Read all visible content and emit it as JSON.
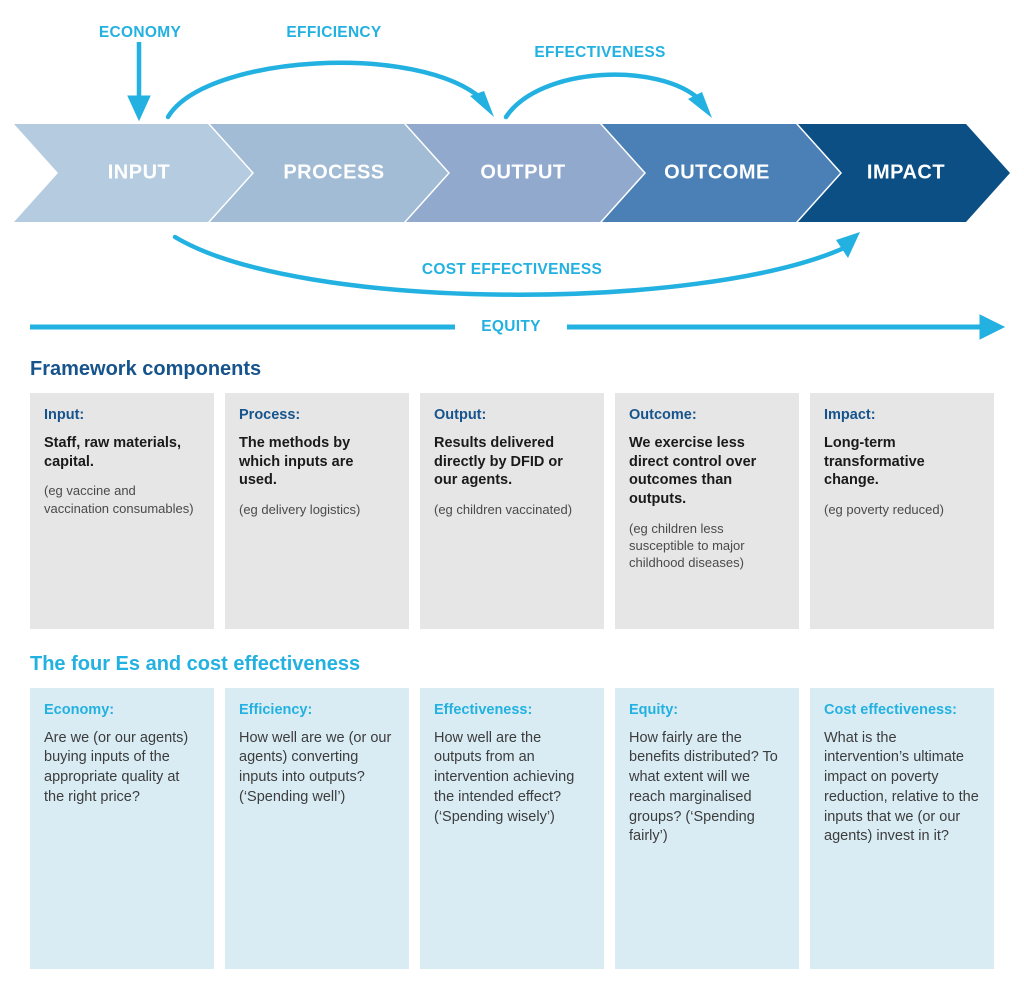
{
  "flow": {
    "stages": [
      {
        "label": "INPUT",
        "color": "#b5cbe0"
      },
      {
        "label": "PROCESS",
        "color": "#a2bcd5"
      },
      {
        "label": "OUTPUT",
        "color": "#90a9cd"
      },
      {
        "label": "OUTCOME",
        "color": "#4a80b5"
      },
      {
        "label": "IMPACT",
        "color": "#0b4f85"
      }
    ],
    "arcs": [
      {
        "name": "economy",
        "label": "ECONOMY"
      },
      {
        "name": "efficiency",
        "label": "EFFICIENCY"
      },
      {
        "name": "effectiveness",
        "label": "EFFECTIVENESS"
      },
      {
        "name": "cost-effectiveness",
        "label": "COST EFFECTIVENESS"
      },
      {
        "name": "equity",
        "label": "EQUITY"
      }
    ],
    "accent_color": "#22b1e0"
  },
  "framework": {
    "heading": "Framework components",
    "cards": [
      {
        "title": "Input:",
        "lead": "Staff, raw materials, capital.",
        "note": "(eg vaccine and vaccination consumables)"
      },
      {
        "title": "Process:",
        "lead": "The methods by which inputs are used.",
        "note": "(eg delivery logistics)"
      },
      {
        "title": "Output:",
        "lead": "Results delivered directly by DFID or our agents.",
        "note": "(eg children vaccinated)"
      },
      {
        "title": "Outcome:",
        "lead": "We exercise less direct control over outcomes than outputs.",
        "note": "(eg children less susceptible to major childhood diseases)"
      },
      {
        "title": "Impact:",
        "lead": "Long-term transformative change.",
        "note": "(eg poverty reduced)"
      }
    ]
  },
  "four_es": {
    "heading": "The four Es and cost effectiveness",
    "cards": [
      {
        "title": "Economy:",
        "body": "Are we (or our agents) buying inputs of the appropriate quality at the right price?"
      },
      {
        "title": "Efficiency:",
        "body": "How well are we (or our agents) converting inputs into outputs? (‘Spending well’)"
      },
      {
        "title": "Effectiveness:",
        "body": "How well are the outputs from an intervention achieving the intended effect? (‘Spending wisely’)"
      },
      {
        "title": "Equity:",
        "body": "How fairly are the benefits distributed? To what extent will we reach marginalised groups? (‘Spending fairly’)"
      },
      {
        "title": "Cost effectiveness:",
        "body": "What is the intervention’s ultimate impact on poverty reduction, relative to the inputs that we (or our agents) invest in it?"
      }
    ]
  }
}
